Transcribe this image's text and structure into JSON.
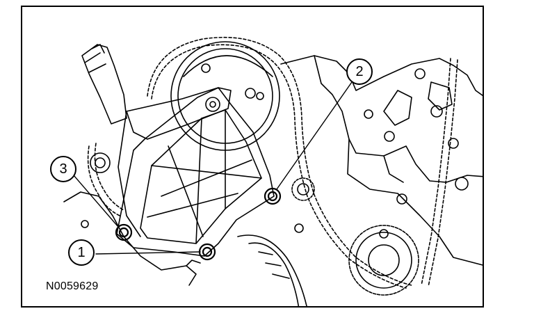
{
  "figure": {
    "id": "N0059629",
    "callouts": [
      {
        "label": "1"
      },
      {
        "label": "2"
      },
      {
        "label": "3"
      }
    ]
  }
}
